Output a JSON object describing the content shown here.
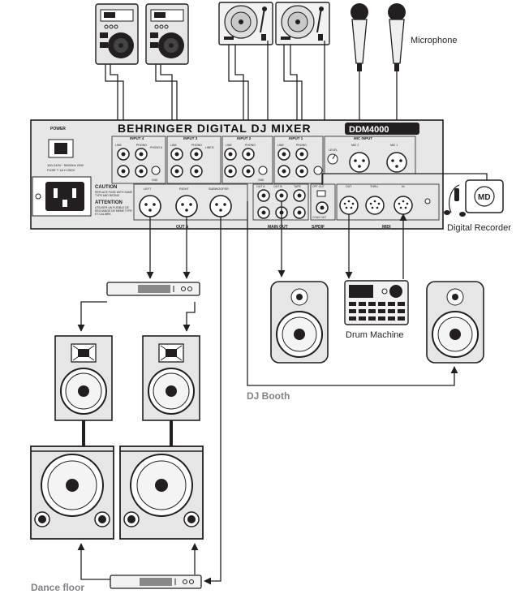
{
  "labels": {
    "microphone": "Microphone",
    "digital_recorder": "Digital Recorder",
    "drum_machine": "Drum Machine",
    "dj_booth": "DJ Booth",
    "dance_floor": "Dance floor"
  },
  "mixer": {
    "brand_title": "BEHRINGER  DIGITAL  DJ MIXER",
    "model_badge": "DDM4000",
    "power": "POWER",
    "inputs": [
      "INPUT 4",
      "INPUT 3",
      "INPUT 2",
      "INPUT 1"
    ],
    "mic_input": "MIC INPUT",
    "mic_channels": [
      "MIC 2",
      "MIC 1"
    ],
    "jack_line": "LINE",
    "jack_phono": "PHONO",
    "jack_phono_a": "PHONO A",
    "jack_line_b": "LINE B",
    "gnd": "GND",
    "level": "LEVEL",
    "xlr_left": "LEFT",
    "xlr_right": "RIGHT",
    "xlr_sub": "SUBWOOFER",
    "out_a": "OUT A",
    "out_b": "OUT B",
    "tape": "TAPE",
    "opt_out": "OPT OUT",
    "coax_out": "COAX OUT",
    "midi_out": "OUT",
    "midi_thru": "THRU",
    "midi_in": "IN",
    "section_outa": "OUT A",
    "section_main": "MAIN OUT",
    "section_spdif": "S/PDIF",
    "section_midi": "MIDI",
    "voltage": "100-240V~ 50/60Hz 20W",
    "fuse": "FUSE T 1A H 250V",
    "caution_title": "CAUTION",
    "caution_text": [
      "REPLACE FUSE WITH SAME",
      "TYPE AND RATING"
    ],
    "attention_title": "ATTENTION",
    "attention_text": [
      "UTILISER UN FUSIBLE DE",
      "RECHANGE DE MEME TYPE",
      "ET CALIBRE"
    ]
  },
  "recorder_badge": "MD"
}
